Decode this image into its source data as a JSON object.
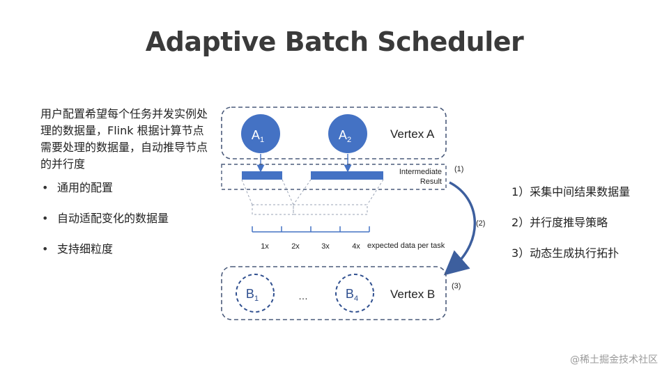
{
  "title": "Adaptive Batch Scheduler",
  "description": "用户配置希望每个任务并发实例处理的数据量，Flink 根据计算节点需要处理的数据量，自动推导节点的并行度",
  "bullets": [
    "通用的配置",
    "自动适配变化的数据量",
    "支持细粒度"
  ],
  "diagram": {
    "vertex_a": {
      "label": "Vertex A",
      "nodes": [
        {
          "base": "A",
          "sub": "1"
        },
        {
          "base": "A",
          "sub": "2"
        }
      ]
    },
    "intermediate_label_1": "Intermediate",
    "intermediate_label_2": "Result",
    "scale_labels": [
      "1x",
      "2x",
      "3x",
      "4x"
    ],
    "scale_caption": "expected data per task",
    "vertex_b": {
      "label": "Vertex B",
      "nodes": [
        {
          "base": "B",
          "sub": "1"
        },
        {
          "base": "B",
          "sub": "4"
        }
      ],
      "ellipsis": "…"
    },
    "marks": [
      "(1)",
      "(2)",
      "(3)"
    ],
    "colors": {
      "node_fill": "#4472c4",
      "line": "#4a5a7a",
      "dashed_node": "#2f4f8f"
    }
  },
  "steps": [
    "1）采集中间结果数据量",
    "2）并行度推导策略",
    "3）动态生成执行拓扑"
  ],
  "watermark": "@稀土掘金技术社区"
}
